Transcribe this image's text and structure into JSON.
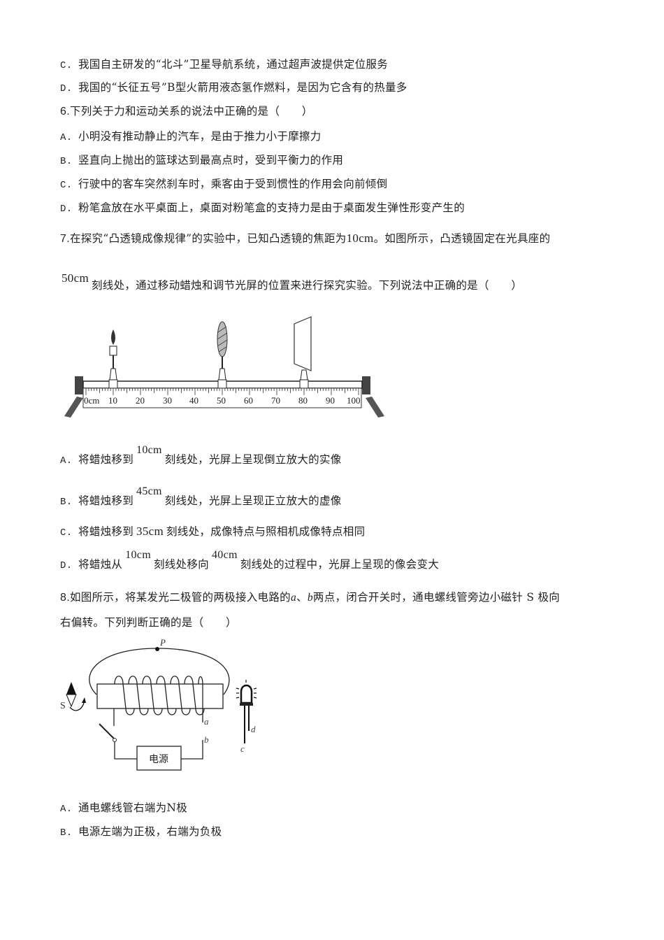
{
  "q5": {
    "options": [
      {
        "label": "C.",
        "text": "我国自主研发的“北斗”卫星导航系统，通过超声波提供定位服务"
      },
      {
        "label": "D.",
        "text": "我国的“长征五号”B型火箭用液态氢作燃料，是因为它含有的热量多"
      }
    ]
  },
  "q6": {
    "number": "6.",
    "stem": "下列关于力和运动关系的说法中正确的是（　　）",
    "options": [
      {
        "label": "A.",
        "text": "小明没有推动静止的汽车，是由于推力小于摩擦力"
      },
      {
        "label": "B.",
        "text": "竖直向上抛出的篮球达到最高点时，受到平衡力的作用"
      },
      {
        "label": "C.",
        "text": "行驶中的客车突然刹车时，乘客由于受到惯性的作用会向前倾倒"
      },
      {
        "label": "D.",
        "text": "粉笔盒放在水平桌面上，桌面对粉笔盒的支持力是由于桌面发生弹性形变产生的"
      }
    ]
  },
  "q7": {
    "number": "7.",
    "stem_part1": "在探究“凸透镜成像规律”的实验中，已知凸透镜的焦距为",
    "focal": "10cm",
    "stem_part2": "。如图所示，凸透镜固定在光具座的",
    "pos": "50cm",
    "stem_part3": "刻线处，通过移动蜡烛和调节光屏的位置来进行探究实验。下列说法中正确的是（　　）",
    "figure": {
      "ruler_labels": [
        "0cm",
        "10",
        "20",
        "30",
        "40",
        "50",
        "60",
        "70",
        "80",
        "90",
        "100"
      ],
      "candle_pos": "10",
      "lens_pos": "50",
      "screen_pos": "80"
    },
    "options": [
      {
        "label": "A.",
        "pre": "将蜡烛移到",
        "v1": "10cm",
        "post": "刻线处，光屏上呈现倒立放大的实像"
      },
      {
        "label": "B.",
        "pre": "将蜡烛移到",
        "v1": "45cm",
        "post": "刻线处，光屏上呈现正立放大的虚像"
      },
      {
        "label": "C.",
        "pre": "将蜡烛移到",
        "v1": "35cm",
        "post": "刻线处，成像特点与照相机成像特点相同"
      },
      {
        "label": "D.",
        "pre": "将蜡烛从",
        "v1": "10cm",
        "mid": "刻线处移向",
        "v2": "40cm",
        "post": "刻线处的过程中，光屏上呈现的像会变大"
      }
    ]
  },
  "q8": {
    "number": "8.",
    "stem_part1": "如图所示，将某发光二极管的两极接入电路的",
    "a": "a",
    "sep": "、",
    "b": "b",
    "stem_part2": "两点，闭合开关时，通电螺线管旁边小磁针 S 极向",
    "stem_line2": "右偏转。下列判断正确的是（　　）",
    "figure": {
      "label_P": "P",
      "label_S": "S",
      "label_a": "a",
      "label_b": "b",
      "label_c": "c",
      "label_d": "d",
      "power_label": "电源"
    },
    "options": [
      {
        "label": "A.",
        "text": "通电螺线管右端为N极"
      },
      {
        "label": "B.",
        "text": "电源左端为正极，右端为负极"
      }
    ]
  }
}
